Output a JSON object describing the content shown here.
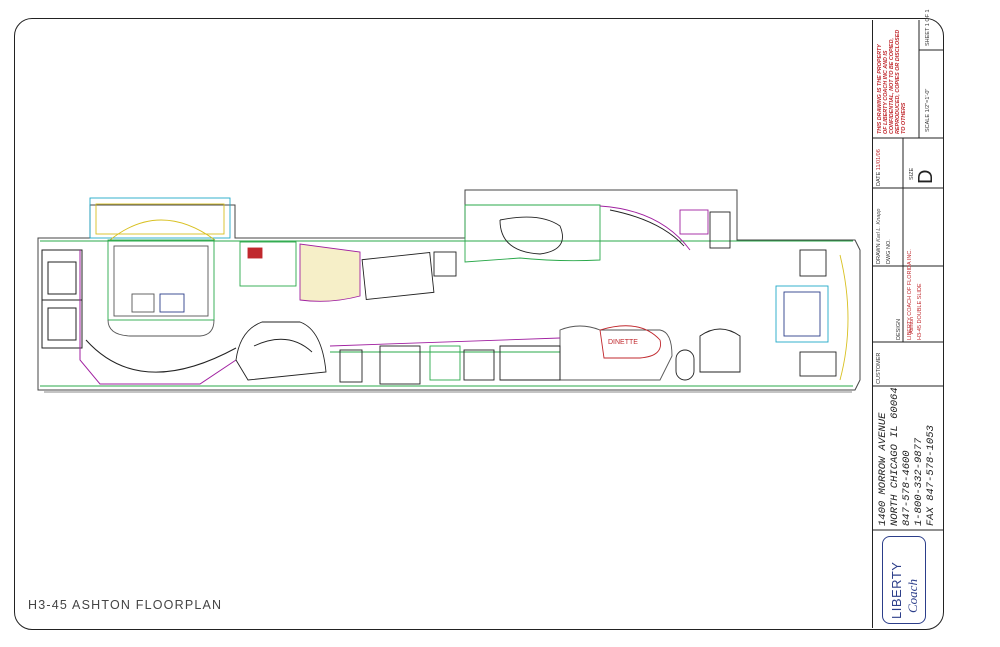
{
  "sheet": {
    "title": "H3-45 ASHTON FLOORPLAN"
  },
  "title_block": {
    "notice": [
      "THIS DRAWING IS THE PROPERTY",
      "OF LIBERTY COACH INC AND IS",
      "CONFIDENTIAL, NOT TO BE COPIED,",
      "REPRODUCED, COPIES OR DISCLOSED",
      "TO OTHERS"
    ],
    "scale_label": "SCALE",
    "scale_value": "1/2\"=1'-0\"",
    "sheet_label": "SHEET",
    "sheet_value": "1 OF 1",
    "size_label": "SIZE",
    "size_value": "D",
    "drawn_label": "DRAWN",
    "drawn_value": "Karl L. Knapp",
    "date_label": "DATE",
    "date_value": "11/01/06",
    "dwg_label": "DWG NO.",
    "design_label": "DESIGN",
    "design_value": "Ashton",
    "design_note": "H3-45 DOUBLE SLIDE",
    "customer_label": "CUSTOMER",
    "company": "LIBERTY COACH OF FLORIDA INC.",
    "address": [
      "1400 MORROW AVENUE",
      "NORTH CHICAGO IL 60064",
      "847-578-4600",
      "1-800-332-9877",
      "FAX 847-578-1053"
    ],
    "logo": {
      "line1": "LIBERTY",
      "line2": "Coach"
    }
  },
  "plan_labels": {
    "dinette": "DINETTE"
  },
  "colors": {
    "border": "#222222",
    "red": "#c0282d",
    "green": "#2aa84a",
    "magenta": "#a020a0",
    "cyan": "#20a8c8",
    "yellow": "#d8c020",
    "blue": "#2c3e8a",
    "gray": "#555555"
  }
}
